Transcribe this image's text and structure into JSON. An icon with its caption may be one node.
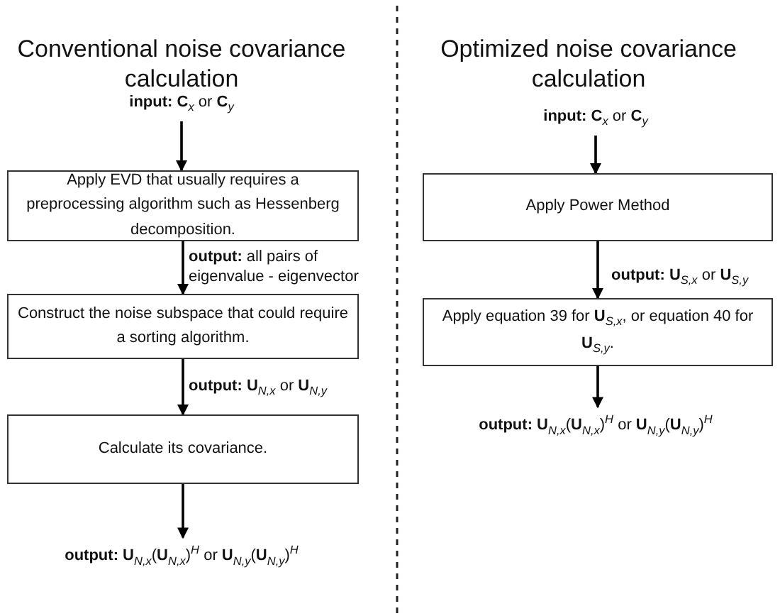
{
  "diagram": {
    "nodes": [
      {
        "text": [
          "**input:** **C**$_{x}$ or **C**$_{y}$"
        ]
      },
      {
        "text": [
          "Apply EVD that usually requires a preprocessing algorithm such as Hessenberg decomposition."
        ]
      },
      {
        "text": [
          "Construct the noise subspace that could require a sorting algorithm."
        ]
      },
      {
        "text": [
          "Calculate its covariance."
        ]
      },
      {
        "text": [
          "**output:** **U**$_{N,x}$(**U**$_{N,x}$)$^{H}$ or **U**$_{N,y}$(**U**$_{N,y}$)$^{H}$"
        ]
      },
      {
        "text": [
          "**input:** **C**$_{x}$ or **C**$_{y}$"
        ]
      },
      {
        "text": [
          "Apply Power Method"
        ]
      },
      {
        "text": [
          "Apply equation 39 for **U**$_{S,x}$, or equation 40 for **U**$_{S,y}$."
        ]
      },
      {
        "text": [
          "**output:** **U**$_{N,x}$(**U**$_{N,x}$)$^{H}$ or **U**$_{N,y}$(**U**$_{N,y}$)$^{H}$"
        ]
      }
    ],
    "edges": [
      {
        "from": 0,
        "to": 1,
        "arrow": "to"
      },
      {
        "from": 1,
        "to": 2,
        "arrow": "to",
        "label": "**output:** all pairs of eigenvalue - eigenvector"
      },
      {
        "from": 2,
        "to": 3,
        "arrow": "to",
        "label": "**output:** **U**$_{N,x}$ or **U**$_{N,y}$"
      },
      {
        "from": 3,
        "to": 4,
        "arrow": "to"
      },
      {
        "from": 5,
        "to": 6,
        "arrow": "to"
      },
      {
        "from": 6,
        "to": 7,
        "arrow": "to",
        "label": "**output:** **U**$_{S,x}$ or **U**$_{S,y}$"
      },
      {
        "from": 7,
        "to": 8,
        "arrow": "to"
      }
    ],
    "labels": [
      "Conventional noise covariance calculation",
      "Optimized noise covariance calculation"
    ]
  }
}
